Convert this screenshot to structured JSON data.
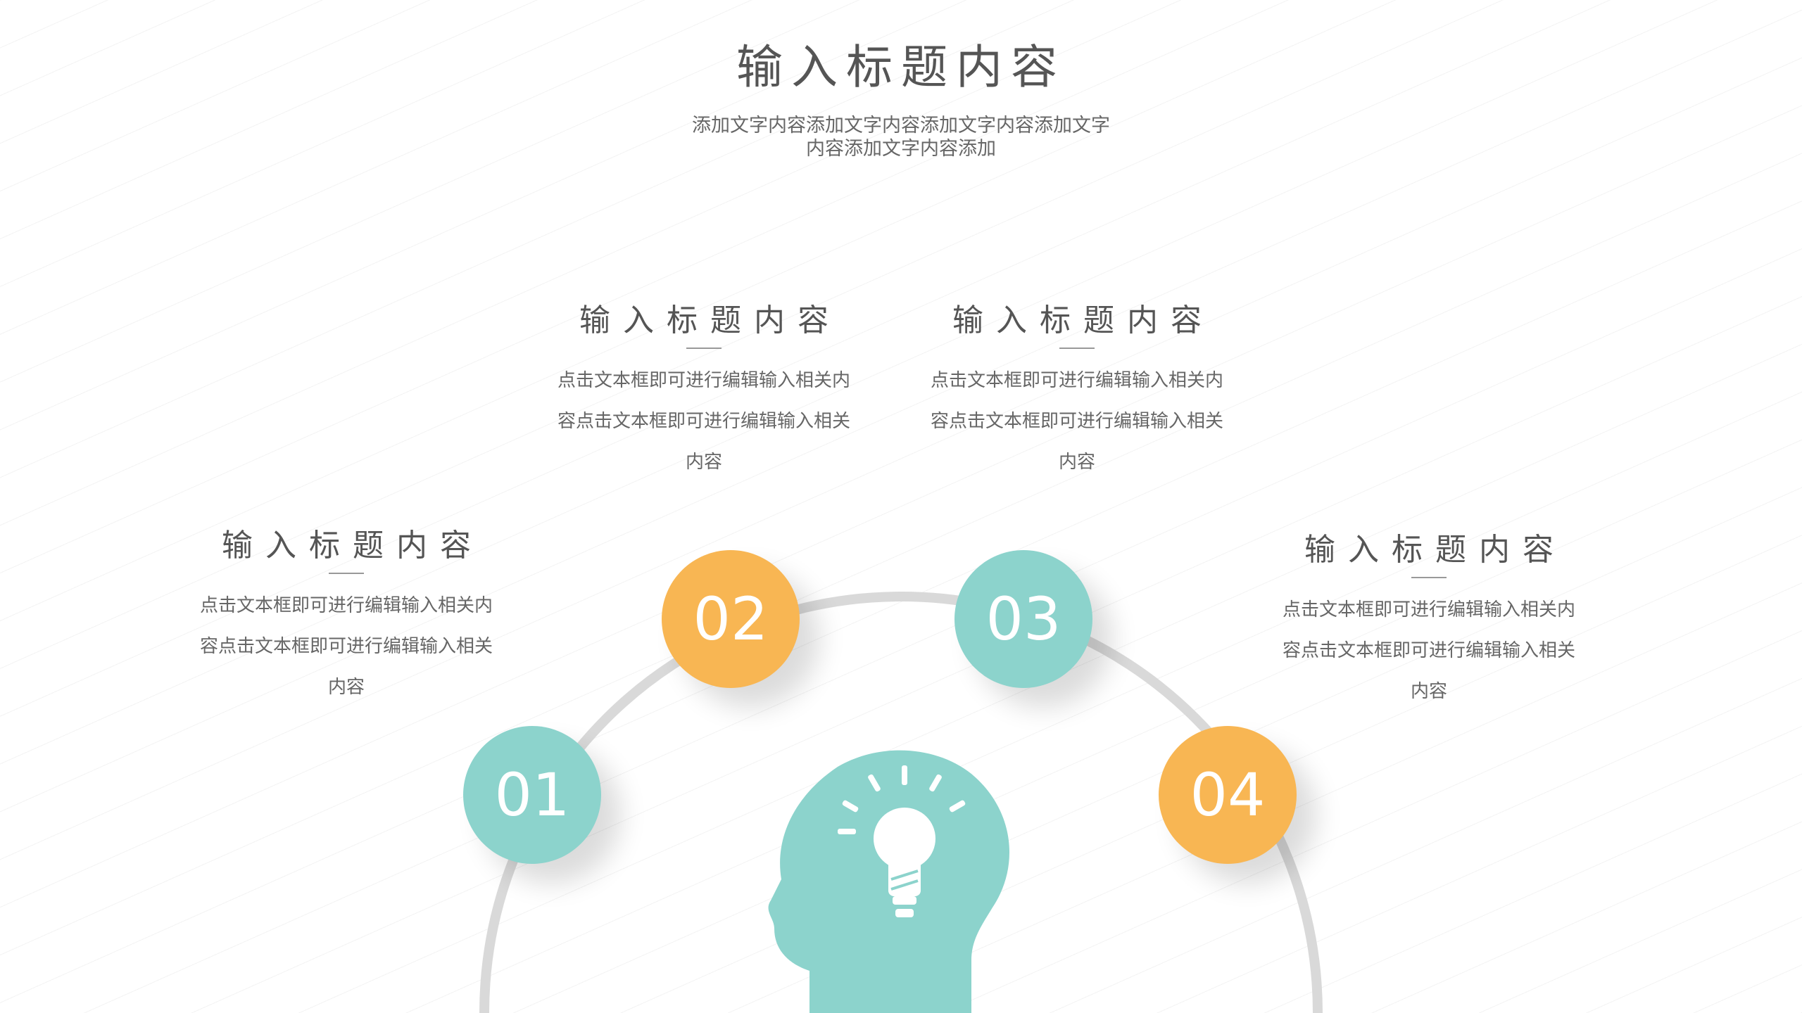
{
  "main": {
    "title": "输入标题内容",
    "subtitle_line1": "添加文字内容添加文字内容添加文字内容添加文字",
    "subtitle_line2": "内容添加文字内容添加"
  },
  "blocks": [
    {
      "title": "输入标题内容",
      "text_line1": "点击文本框即可进行编辑输入相关内",
      "text_line2": "容点击文本框即可进行编辑输入相关",
      "text_line3": "内容"
    },
    {
      "title": "输入标题内容",
      "text_line1": "点击文本框即可进行编辑输入相关内",
      "text_line2": "容点击文本框即可进行编辑输入相关",
      "text_line3": "内容"
    },
    {
      "title": "输入标题内容",
      "text_line1": "点击文本框即可进行编辑输入相关内",
      "text_line2": "容点击文本框即可进行编辑输入相关",
      "text_line3": "内容"
    },
    {
      "title": "输入标题内容",
      "text_line1": "点击文本框即可进行编辑输入相关内",
      "text_line2": "容点击文本框即可进行编辑输入相关",
      "text_line3": "内容"
    }
  ],
  "steps": [
    {
      "label": "01"
    },
    {
      "label": "02"
    },
    {
      "label": "03"
    },
    {
      "label": "04"
    }
  ],
  "colors": {
    "teal": "#8cd3cc",
    "orange": "#f8b653",
    "arc": "#d9d9d9",
    "text": "#666666"
  },
  "icons": {
    "center": "head-lightbulb-icon"
  }
}
